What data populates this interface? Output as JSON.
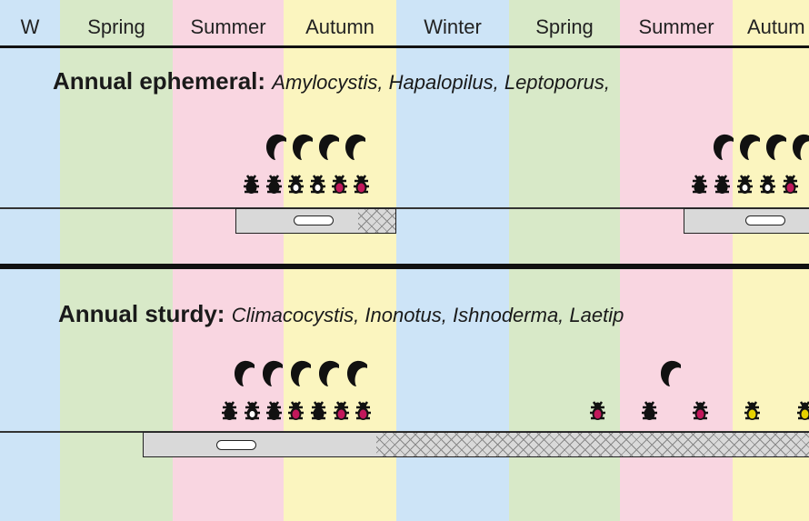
{
  "seasons": [
    {
      "label": "W",
      "color": "#cde4f7"
    },
    {
      "label": "Spring",
      "color": "#d8e9c8"
    },
    {
      "label": "Summer",
      "color": "#f9d6e1"
    },
    {
      "label": "Autumn",
      "color": "#fbf5bf"
    },
    {
      "label": "Winter",
      "color": "#cde4f7"
    },
    {
      "label": "Spring",
      "color": "#d8e9c8"
    },
    {
      "label": "Summer",
      "color": "#f9d6e1"
    },
    {
      "label": "Autum",
      "color": "#fbf5bf"
    }
  ],
  "panels": [
    {
      "title_bold": "Annual ephemeral:",
      "title_genera": "Amylocystis, Hapalopilus, Leptoporus,",
      "fruitbody_count": 4,
      "beetle_count": 6
    },
    {
      "title_bold": "Annual sturdy:",
      "title_genera": "Climacocystis, Inonotus, Ishnoderma, Laetip",
      "fruitbody_count": 5,
      "beetle_count": 7
    }
  ],
  "colors": {
    "beetle_black": "#1a1a1a",
    "beetle_magenta": "#c2185b",
    "beetle_yellow": "#e6d200",
    "bar_fill": "#d9d9d9",
    "line": "#111111"
  },
  "icons": {
    "fruitbody": "bracket-fungus-icon",
    "beetle": "beetle-icon",
    "spores": "spore-chain-icon"
  }
}
